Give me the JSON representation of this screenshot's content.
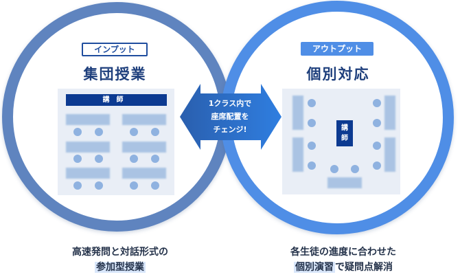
{
  "left": {
    "tag": "インプット",
    "title": "集団授業",
    "teacher": "講師",
    "caption_line1": "高速発問と対話形式の",
    "caption_line2_highlight": "参加型授業"
  },
  "center": {
    "line1": "1クラス内で",
    "line2": "座席配置を",
    "line3": "チェンジ!"
  },
  "right": {
    "tag": "アウトプット",
    "title": "個別対応",
    "teacher": "講師",
    "caption_line1": "各生徒の進度に合わせた",
    "caption_line2_highlight": "個別演習",
    "caption_line2_rest": "で疑問点解消"
  },
  "colors": {
    "left_ring": "#5f84bf",
    "right_ring": "#4f8ee6",
    "teacher_bar": "#0c3a91",
    "heading": "#1e3f7c",
    "seat": "#8fb2e0",
    "desk": "#aac3e3"
  }
}
